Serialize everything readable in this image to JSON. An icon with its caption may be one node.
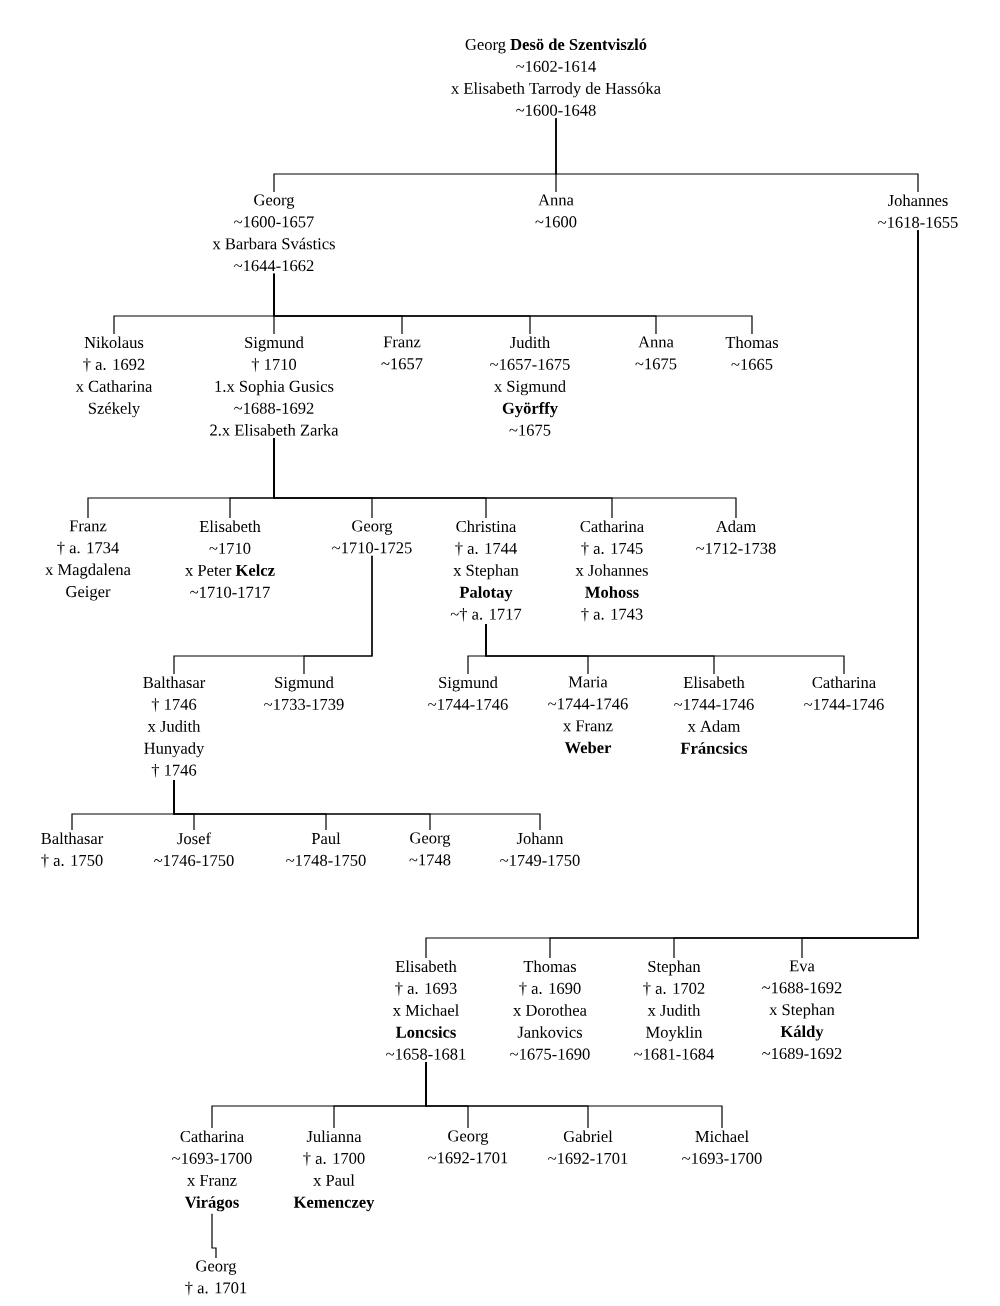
{
  "diagram": {
    "nodes": [
      {
        "text": [
          "Georg **Desö de Szentviszló**",
          "~1602-1614",
          "x Elisabeth Tarrody de Hassóka",
          "~1600-1648"
        ]
      },
      {
        "text": [
          "Georg",
          "~1600-1657",
          "x Barbara Svástics",
          "~1644-1662"
        ]
      },
      {
        "text": [
          "Anna",
          "~1600"
        ]
      },
      {
        "text": [
          "Johannes",
          "~1618-1655"
        ]
      },
      {
        "text": [
          "Nikolaus",
          "† a. 1692",
          "x Catharina",
          "Székely"
        ]
      },
      {
        "text": [
          "Sigmund",
          "† 1710",
          "1.x Sophia Gusics",
          "~1688-1692",
          "2.x Elisabeth Zarka"
        ]
      },
      {
        "text": [
          "Franz",
          "~1657"
        ]
      },
      {
        "text": [
          "Judith",
          "~1657-1675",
          "x Sigmund",
          "**Györffy**",
          "~1675"
        ]
      },
      {
        "text": [
          "Anna",
          "~1675"
        ]
      },
      {
        "text": [
          "Thomas",
          "~1665"
        ]
      },
      {
        "text": [
          "Franz",
          "† a. 1734",
          "x Magdalena",
          "Geiger"
        ]
      },
      {
        "text": [
          "Elisabeth",
          "~1710",
          "x Peter **Kelcz**",
          "~1710-1717"
        ]
      },
      {
        "text": [
          "Georg",
          "~1710-1725"
        ]
      },
      {
        "text": [
          "Christina",
          "† a. 1744",
          "x Stephan",
          "**Palotay**",
          "~† a. 1717"
        ]
      },
      {
        "text": [
          "Catharina",
          "† a. 1745",
          "x Johannes",
          "**Mohoss**",
          "† a. 1743"
        ]
      },
      {
        "text": [
          "Adam",
          "~1712-1738"
        ]
      },
      {
        "text": [
          "Balthasar",
          "† 1746",
          "x Judith",
          "Hunyady",
          "† 1746"
        ]
      },
      {
        "text": [
          "Sigmund",
          "~1733-1739"
        ]
      },
      {
        "text": [
          "Sigmund",
          "~1744-1746"
        ]
      },
      {
        "text": [
          "Maria",
          "~1744-1746",
          "x Franz",
          "**Weber**"
        ]
      },
      {
        "text": [
          "Elisabeth",
          "~1744-1746",
          "x Adam",
          "**Fráncsics**"
        ]
      },
      {
        "text": [
          "Catharina",
          "~1744-1746"
        ]
      },
      {
        "text": [
          "Balthasar",
          "† a. 1750"
        ]
      },
      {
        "text": [
          "Josef",
          "~1746-1750"
        ]
      },
      {
        "text": [
          "Paul",
          "~1748-1750"
        ]
      },
      {
        "text": [
          "Georg",
          "~1748"
        ]
      },
      {
        "text": [
          "Johann",
          "~1749-1750"
        ]
      },
      {
        "text": [
          "Elisabeth",
          "† a. 1693",
          "x Michael",
          "**Loncsics**",
          "~1658-1681"
        ]
      },
      {
        "text": [
          "Thomas",
          "† a. 1690",
          "x Dorothea",
          "Jankovics",
          "~1675-1690"
        ]
      },
      {
        "text": [
          "Stephan",
          "† a. 1702",
          "x Judith",
          "Moyklin",
          "~1681-1684"
        ]
      },
      {
        "text": [
          "Eva",
          "~1688-1692",
          "x Stephan",
          "**Káldy**",
          "~1689-1692"
        ]
      },
      {
        "text": [
          "Catharina",
          "~1693-1700",
          "x Franz",
          "**Virágos**"
        ]
      },
      {
        "text": [
          "Julianna",
          "† a. 1700",
          "x Paul",
          "**Kemenczey**"
        ]
      },
      {
        "text": [
          "Georg",
          "~1692-1701"
        ]
      },
      {
        "text": [
          "Gabriel",
          "~1692-1701"
        ]
      },
      {
        "text": [
          "Michael",
          "~1693-1700"
        ]
      },
      {
        "text": [
          "Georg",
          "† a. 1701"
        ]
      }
    ],
    "edges": [
      {
        "from": 0,
        "to": 1,
        "arrow": "none"
      },
      {
        "from": 0,
        "to": 2,
        "arrow": "none"
      },
      {
        "from": 0,
        "to": 3,
        "arrow": "none"
      },
      {
        "from": 1,
        "to": 4,
        "arrow": "none"
      },
      {
        "from": 1,
        "to": 5,
        "arrow": "none"
      },
      {
        "from": 1,
        "to": 6,
        "arrow": "none"
      },
      {
        "from": 1,
        "to": 7,
        "arrow": "none"
      },
      {
        "from": 1,
        "to": 8,
        "arrow": "none"
      },
      {
        "from": 1,
        "to": 9,
        "arrow": "none"
      },
      {
        "from": 5,
        "to": 10,
        "arrow": "none"
      },
      {
        "from": 5,
        "to": 11,
        "arrow": "none"
      },
      {
        "from": 5,
        "to": 12,
        "arrow": "none"
      },
      {
        "from": 5,
        "to": 13,
        "arrow": "none"
      },
      {
        "from": 5,
        "to": 14,
        "arrow": "none"
      },
      {
        "from": 5,
        "to": 15,
        "arrow": "none"
      },
      {
        "from": 12,
        "to": 16,
        "arrow": "none"
      },
      {
        "from": 12,
        "to": 17,
        "arrow": "none"
      },
      {
        "from": 13,
        "to": 18,
        "arrow": "none"
      },
      {
        "from": 13,
        "to": 19,
        "arrow": "none"
      },
      {
        "from": 13,
        "to": 20,
        "arrow": "none"
      },
      {
        "from": 13,
        "to": 21,
        "arrow": "none"
      },
      {
        "from": 16,
        "to": 22,
        "arrow": "none"
      },
      {
        "from": 16,
        "to": 23,
        "arrow": "none"
      },
      {
        "from": 16,
        "to": 24,
        "arrow": "none"
      },
      {
        "from": 16,
        "to": 25,
        "arrow": "none"
      },
      {
        "from": 16,
        "to": 26,
        "arrow": "none"
      },
      {
        "from": 3,
        "to": 27,
        "arrow": "none"
      },
      {
        "from": 3,
        "to": 28,
        "arrow": "none"
      },
      {
        "from": 3,
        "to": 29,
        "arrow": "none"
      },
      {
        "from": 3,
        "to": 30,
        "arrow": "none"
      },
      {
        "from": 27,
        "to": 31,
        "arrow": "none"
      },
      {
        "from": 27,
        "to": 32,
        "arrow": "none"
      },
      {
        "from": 27,
        "to": 33,
        "arrow": "none"
      },
      {
        "from": 27,
        "to": 34,
        "arrow": "none"
      },
      {
        "from": 27,
        "to": 35,
        "arrow": "none"
      },
      {
        "from": 31,
        "to": 36,
        "arrow": "none"
      }
    ]
  }
}
